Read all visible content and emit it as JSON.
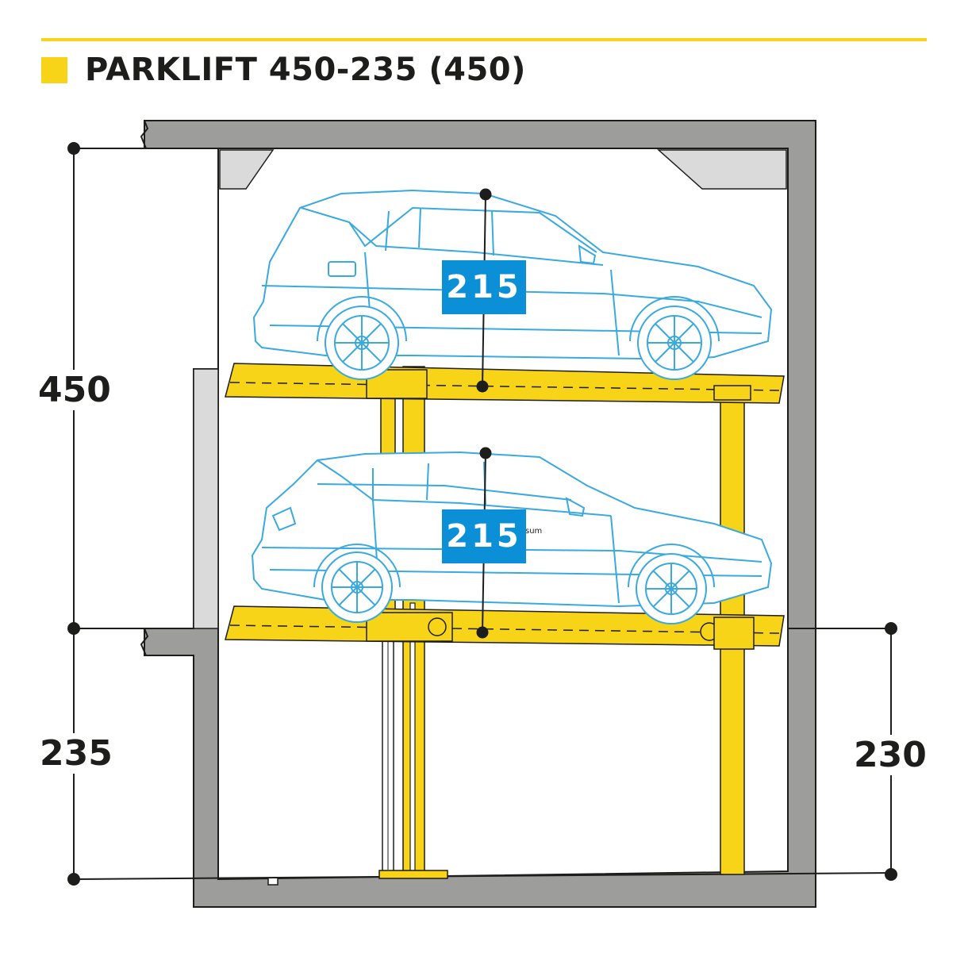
{
  "title": "PARKLIFT 450-235 (450)",
  "dimensions": {
    "total_height": "450",
    "pit_depth": "235",
    "lower_clearance": "230"
  },
  "vehicle_heights": {
    "upper": "215",
    "lower": "215"
  },
  "small_text": "sum",
  "colors": {
    "accent_yellow": "#f7d417",
    "car_outline_blue": "#3aa9e0",
    "height_box_blue": "#0b8fd6",
    "wall_gray": "#9d9d9c",
    "text_dark": "#1d1d1b"
  }
}
